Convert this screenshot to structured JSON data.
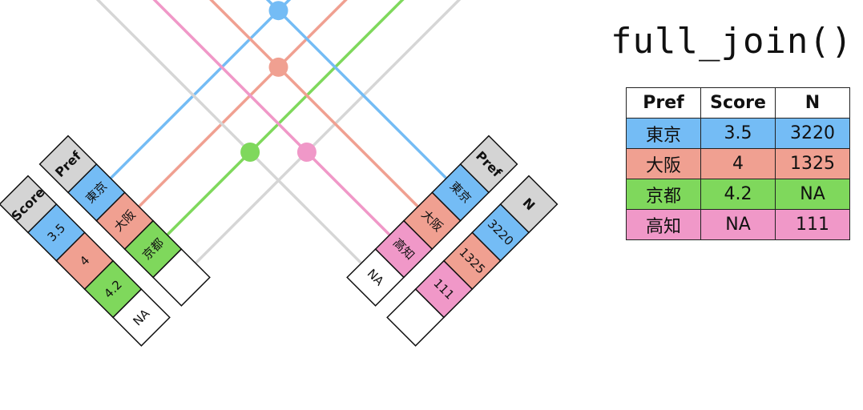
{
  "title": "full_join()",
  "colors": {
    "tokyo": "#74bcf5",
    "osaka": "#f0a091",
    "kyoto": "#7fd85c",
    "kochi": "#f098c8",
    "header": "#d4d4d4",
    "empty": "#ffffff",
    "neutral_line": "#d6d6d6"
  },
  "left_table": {
    "headers": [
      "Pref",
      "Score"
    ],
    "rows": [
      {
        "pref": "東京",
        "score": "3.5",
        "key": "tokyo"
      },
      {
        "pref": "大阪",
        "score": "4",
        "key": "osaka"
      },
      {
        "pref": "京都",
        "score": "4.2",
        "key": "kyoto"
      },
      {
        "pref": "",
        "score": "NA",
        "key": "empty"
      }
    ]
  },
  "right_table": {
    "headers": [
      "Pref",
      "N"
    ],
    "rows": [
      {
        "pref": "東京",
        "n": "3220",
        "key": "tokyo"
      },
      {
        "pref": "大阪",
        "n": "1325",
        "key": "osaka"
      },
      {
        "pref": "高知",
        "n": "111",
        "key": "kochi"
      },
      {
        "pref": "NA",
        "n": "",
        "key": "empty"
      }
    ]
  },
  "matches": [
    {
      "key": "tokyo",
      "left_row": 0,
      "right_row": 0,
      "dot": true
    },
    {
      "key": "osaka",
      "left_row": 1,
      "right_row": 1,
      "dot": true
    },
    {
      "key": "kyoto",
      "left_row": 2,
      "right_row": null,
      "dot": true
    },
    {
      "key": "kochi",
      "left_row": null,
      "right_row": 2,
      "dot": true
    }
  ],
  "result": {
    "headers": [
      "Pref",
      "Score",
      "N"
    ],
    "rows": [
      {
        "cells": [
          "東京",
          "3.5",
          "3220"
        ],
        "key": "tokyo"
      },
      {
        "cells": [
          "大阪",
          "4",
          "1325"
        ],
        "key": "osaka"
      },
      {
        "cells": [
          "京都",
          "4.2",
          "NA"
        ],
        "key": "kyoto"
      },
      {
        "cells": [
          "高知",
          "NA",
          "111"
        ],
        "key": "kochi"
      }
    ]
  }
}
